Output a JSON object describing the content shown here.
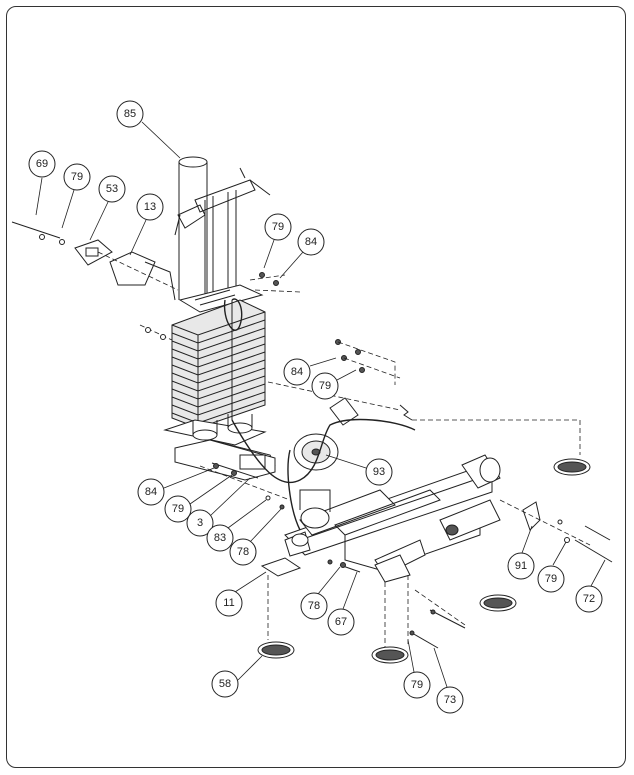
{
  "callouts": [
    "85",
    "69",
    "79",
    "53",
    "13",
    "79",
    "84",
    "84",
    "79",
    "93",
    "84",
    "79",
    "3",
    "83",
    "78",
    "11",
    "78",
    "67",
    "91",
    "79",
    "72",
    "58",
    "79",
    "73"
  ]
}
